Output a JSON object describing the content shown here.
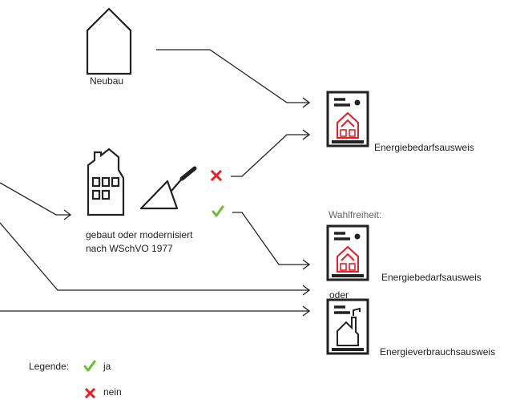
{
  "labels": {
    "neubau": "Neubau",
    "altbau_line1": "gebaut oder modernisiert",
    "altbau_line2": "nach WSchVO 1977",
    "bedarf_top": "Energiebedarfsausweis",
    "wahlfreiheit": "Wahlfreiheit:",
    "bedarf_mid": "Energiebedarfsausweis",
    "oder": "oder",
    "verbrauch": "Energieverbrauchsausweis"
  },
  "legend": {
    "title": "Legende:",
    "yes_label": "ja",
    "no_label": "nein"
  },
  "colors": {
    "accent_red": "#e3202a",
    "check_green": "#6abf2e",
    "line": "#222222"
  },
  "icons": {
    "neubau": "house-outline-icon",
    "altbau": "old-building-icon",
    "trowel": "trowel-icon",
    "certificate_demand": "energy-demand-certificate-icon",
    "certificate_consumption": "energy-consumption-certificate-icon"
  }
}
